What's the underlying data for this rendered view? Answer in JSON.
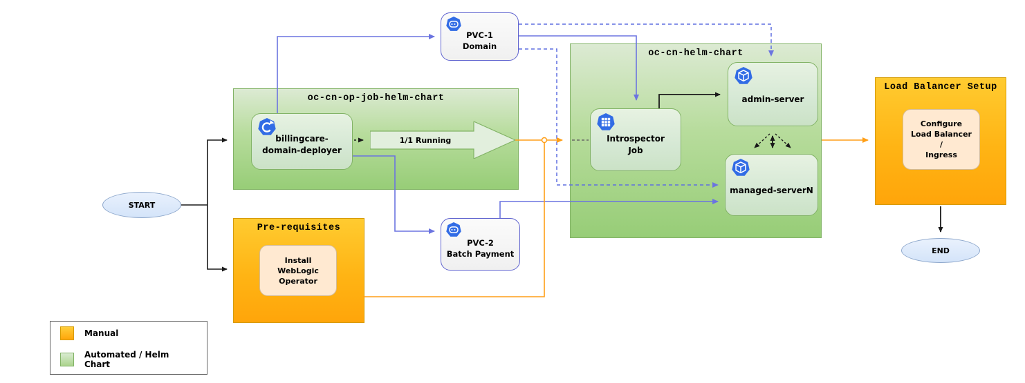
{
  "terminals": {
    "start_label": "START",
    "end_label": "END"
  },
  "containers": {
    "op_job_chart": {
      "title": "oc-cn-op-job-helm-chart",
      "type": "automated"
    },
    "prerequisites": {
      "title": "Pre-requisites",
      "type": "manual"
    },
    "helm_chart": {
      "title": "oc-cn-helm-chart",
      "type": "automated"
    },
    "load_balancer": {
      "title": "Load Balancer Setup",
      "type": "manual"
    }
  },
  "nodes": {
    "deployer": {
      "lines": [
        "billingcare-",
        "domain-deployer"
      ],
      "icon": "deployment-icon"
    },
    "running_status": {
      "label": "1/1 Running"
    },
    "pvc1": {
      "lines": [
        "PVC-1",
        "Domain"
      ],
      "icon": "storage-icon"
    },
    "pvc2": {
      "lines": [
        "PVC-2",
        "Batch Payment"
      ],
      "icon": "storage-icon"
    },
    "install_weblogic": {
      "lines": [
        "Install",
        "WebLogic",
        "Operator"
      ]
    },
    "introspector": {
      "lines": [
        "Introspector",
        "Job"
      ],
      "icon": "job-icon"
    },
    "admin_server": {
      "label": "admin-server",
      "icon": "pod-icon"
    },
    "managed_server": {
      "label": "managed-serverN",
      "icon": "pod-icon"
    },
    "configure_lb": {
      "lines": [
        "Configure",
        "Load Balancer",
        "/",
        "Ingress"
      ]
    }
  },
  "legend": {
    "items": [
      {
        "label": "Manual",
        "color": "#ffa500"
      },
      {
        "label": "Automated / Helm Chart",
        "color": "#97d077"
      }
    ]
  },
  "colors": {
    "manual_accent": "#ffa500",
    "automated_accent": "#97d077",
    "connector_blue": "#6b74e0",
    "connector_orange": "#ff9e16",
    "k8s_icon_blue": "#326ce5"
  }
}
